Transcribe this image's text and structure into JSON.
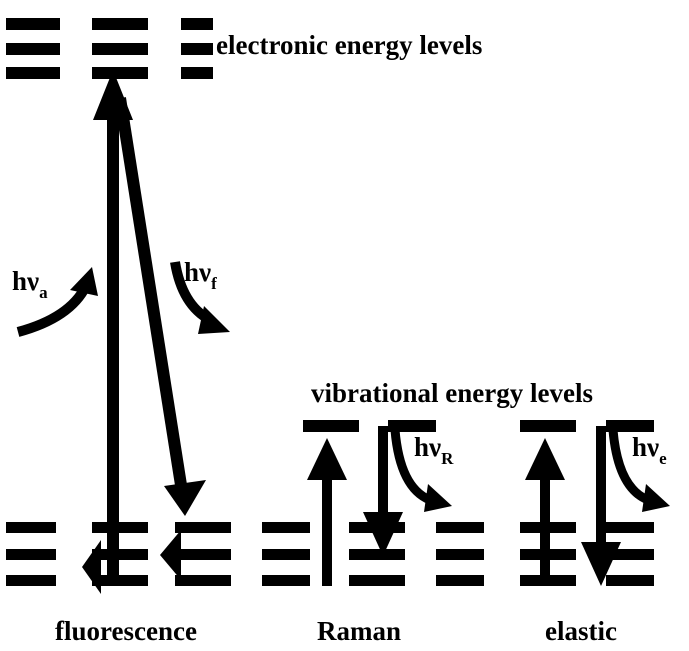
{
  "labels": {
    "electronic": "electronic energy levels",
    "vibrational": "vibrational energy levels",
    "fluorescence": "fluorescence",
    "raman": "Raman",
    "elastic": "elastic"
  },
  "photons": {
    "absorbed": {
      "base": "hν",
      "sub": "a"
    },
    "fluorescent": {
      "base": "hν",
      "sub": "f"
    },
    "raman": {
      "base": "hν",
      "sub": "R"
    },
    "elastic": {
      "base": "hν",
      "sub": "e"
    }
  },
  "colors": {
    "ink": "#000000",
    "background": "#ffffff"
  }
}
